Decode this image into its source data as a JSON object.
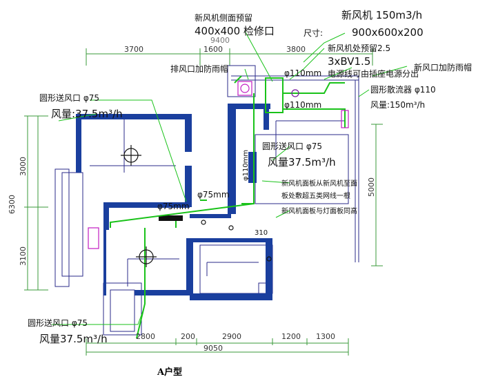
{
  "drawing_title": "A户型",
  "labels": {
    "side_inspection_1": "新风机侧面预留",
    "side_inspection_2": "400x400 检修口",
    "unit_name": "新风机 150m3/h",
    "unit_size_label": "尺寸:",
    "unit_size_value": "900x600x200",
    "power_1": "新风机处预留2.5",
    "power_2": "3xBV1.5",
    "power_3": "电源线可由插座电源分出",
    "exhaust_cap": "排风口加防雨帽",
    "fresh_cap": "新风口加防雨帽",
    "duct_110_a": "φ110mm",
    "duct_110_b": "φ110mm",
    "diffuser": "圆形散流器 φ110",
    "diffuser_flow": "风量:150m³/h",
    "round_outlet_top": "圆形送风口 φ75",
    "flow_top": "风量:37.5m³/h",
    "round_outlet_mid": "圆形送风口 φ75",
    "flow_mid": "风量37.5m³/h",
    "note_1": "新风机面板从新风机至面",
    "note_2": "板处敷超五类网线一根",
    "note_3": "新风机面板与灯面板同高",
    "duct_75_a": "φ75mm",
    "duct_75_b": "φ75mm",
    "duct_110_v": "φ110mm",
    "round_outlet_bottom": "圆形送风口 φ75",
    "flow_bottom": "风量37.5m³/h",
    "dim_310": "310"
  },
  "dims_top": [
    "3700",
    "1600",
    "3800"
  ],
  "dim_top_overall": "9400",
  "dims_bottom": [
    "2800",
    "200",
    "2900",
    "1200",
    "1300"
  ],
  "dim_bottom_overall": "9050",
  "dims_left": [
    "3000",
    "3100"
  ],
  "dim_left_overall": "6300",
  "dim_right": "5000",
  "colors": {
    "wall": "#1a3f9e",
    "duct": "#19c219",
    "thin": "#2a2a8a",
    "dimension": "#3a9a3a"
  }
}
